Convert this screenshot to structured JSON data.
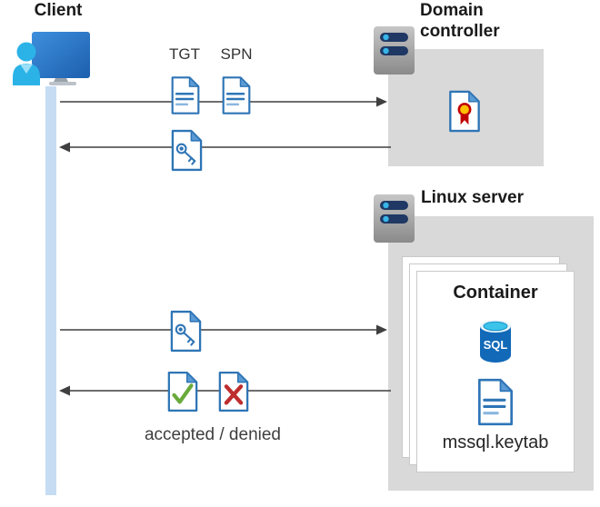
{
  "diagram_type": "kerberos-authentication-flow",
  "labels": {
    "client": "Client",
    "domain_controller": "Domain controller",
    "linux_server": "Linux server",
    "container": "Container",
    "tgt": "TGT",
    "spn": "SPN",
    "accepted_denied": "accepted / denied",
    "mssql_keytab": "mssql.keytab",
    "sql": "SQL"
  },
  "messages": [
    {
      "from": "client",
      "to": "domain-controller",
      "direction": "right",
      "labels": [
        "TGT",
        "SPN"
      ],
      "icons": [
        "document-icon",
        "document-icon"
      ]
    },
    {
      "from": "domain-controller",
      "to": "client",
      "direction": "left",
      "labels": [],
      "icons": [
        "key-document-icon"
      ]
    },
    {
      "from": "client",
      "to": "linux-server",
      "direction": "right",
      "labels": [],
      "icons": [
        "key-document-icon"
      ]
    },
    {
      "from": "linux-server",
      "to": "client",
      "direction": "left",
      "labels": [
        "accepted / denied"
      ],
      "icons": [
        "accepted-document-icon",
        "denied-document-icon"
      ]
    }
  ],
  "icons": [
    "client-user-monitor-icon",
    "server-icon",
    "certificate-document-icon",
    "document-icon",
    "key-document-icon",
    "accepted-document-icon",
    "denied-document-icon",
    "sql-database-icon",
    "keytab-document-icon"
  ],
  "colors": {
    "doc_blue": "#2E75B6",
    "doc_blue_light": "#8AB6E0",
    "doc_fold": "#5B9BD5",
    "box_gray": "#D9D9D9",
    "arrow_gray": "#3F3F3F",
    "lifeline_blue": "#C5DCF3",
    "check_green": "#69AA3B",
    "cross_red": "#BE2E2E",
    "cert_yellow": "#FFC000",
    "cert_red": "#C00000",
    "server_navy": "#1F3864",
    "server_dot": "#38B6E8",
    "person_cyan": "#2BB3E8",
    "sql_blue": "#1169B8",
    "sql_cyan": "#3CC3EA"
  }
}
